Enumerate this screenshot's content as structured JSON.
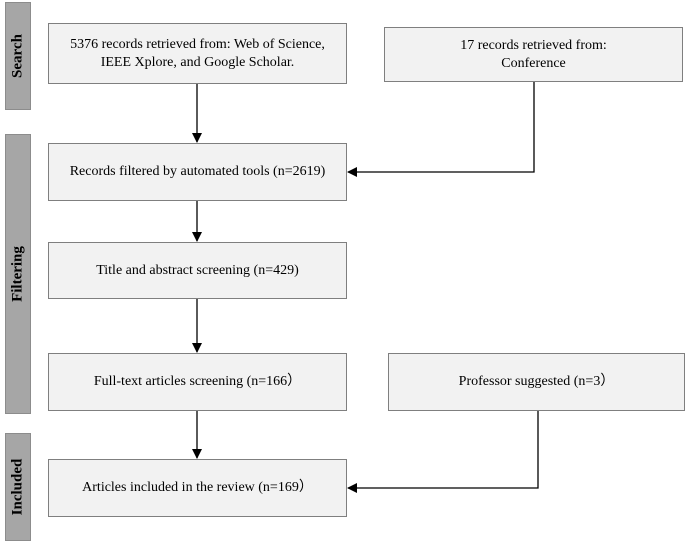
{
  "phases": {
    "search": "Search",
    "filtering": "Filtering",
    "included": "Included"
  },
  "boxes": {
    "records_retrieved": "5376 records retrieved from: Web of Science,  IEEE Xplore, and Google Scholar.",
    "conference_records": "17 records retrieved from: Conference",
    "filtered_tools": "Records filtered by automated tools (n=2619)",
    "title_abstract": "Title and abstract screening (n=429)",
    "full_text": "Full-text articles screening (n=166）",
    "professor": "Professor suggested (n=3）",
    "included": "Articles included in the review (n=169）"
  }
}
